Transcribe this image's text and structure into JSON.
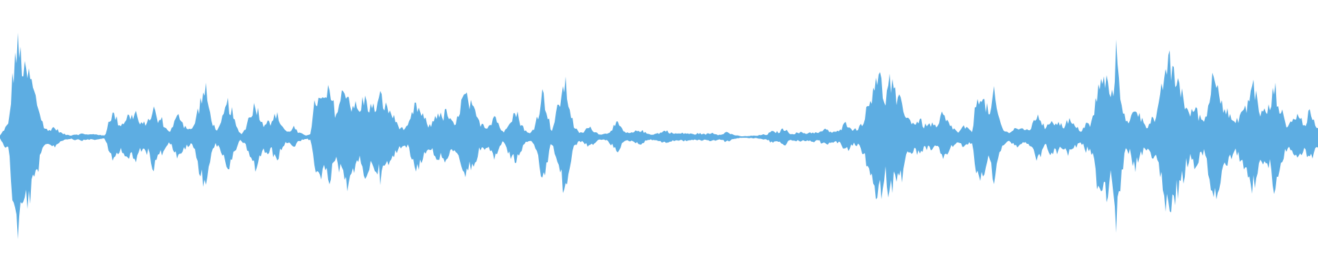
{
  "waveform": {
    "color": "#5dade2",
    "background": "#ffffff",
    "amplitude_envelope": [
      0.02,
      0.08,
      0.1,
      0.52,
      0.85,
      0.92,
      0.78,
      0.7,
      0.55,
      0.3,
      0.12,
      0.08,
      0.1,
      0.06,
      0.03,
      0.02,
      0.02,
      0.03,
      0.02,
      0.03,
      0.02,
      0.03,
      0.04,
      0.02,
      0.02,
      0.22,
      0.25,
      0.18,
      0.15,
      0.18,
      0.15,
      0.2,
      0.12,
      0.18,
      0.14,
      0.25,
      0.14,
      0.18,
      0.1,
      0.08,
      0.22,
      0.25,
      0.12,
      0.1,
      0.1,
      0.22,
      0.3,
      0.35,
      0.2,
      0.12,
      0.08,
      0.18,
      0.3,
      0.25,
      0.12,
      0.04,
      0.1,
      0.25,
      0.3,
      0.28,
      0.15,
      0.2,
      0.1,
      0.18,
      0.12,
      0.08,
      0.06,
      0.1,
      0.04,
      0.03,
      0.02,
      0.05,
      0.5,
      0.4,
      0.35,
      0.42,
      0.38,
      0.3,
      0.35,
      0.38,
      0.25,
      0.3,
      0.32,
      0.4,
      0.3,
      0.28,
      0.35,
      0.55,
      0.4,
      0.3,
      0.18,
      0.1,
      0.08,
      0.12,
      0.2,
      0.25,
      0.18,
      0.15,
      0.12,
      0.2,
      0.25,
      0.18,
      0.3,
      0.2,
      0.15,
      0.35,
      0.4,
      0.3,
      0.25,
      0.22,
      0.15,
      0.08,
      0.1,
      0.18,
      0.12,
      0.05,
      0.15,
      0.22,
      0.28,
      0.18,
      0.08,
      0.04,
      0.1,
      0.22,
      0.38,
      0.25,
      0.08,
      0.2,
      0.3,
      0.42,
      0.3,
      0.15,
      0.06,
      0.04,
      0.1,
      0.12,
      0.06,
      0.04,
      0.03,
      0.04,
      0.08,
      0.12,
      0.1,
      0.04,
      0.03,
      0.04,
      0.06,
      0.06,
      0.04,
      0.03,
      0.04,
      0.06,
      0.08,
      0.06,
      0.04,
      0.03,
      0.03,
      0.03,
      0.03,
      0.04,
      0.03,
      0.02,
      0.03,
      0.04,
      0.03,
      0.04,
      0.06,
      0.04,
      0.02,
      0.01,
      0.01,
      0.01,
      0.01,
      0.01,
      0.02,
      0.03,
      0.05,
      0.04,
      0.04,
      0.08,
      0.06,
      0.04,
      0.05,
      0.06,
      0.04,
      0.05,
      0.06,
      0.04,
      0.06,
      0.05,
      0.04,
      0.06,
      0.08,
      0.12,
      0.1,
      0.06,
      0.1,
      0.2,
      0.35,
      0.55,
      0.72,
      0.6,
      0.45,
      0.65,
      0.4,
      0.25,
      0.3,
      0.18,
      0.22,
      0.12,
      0.15,
      0.1,
      0.12,
      0.18,
      0.1,
      0.3,
      0.18,
      0.12,
      0.08,
      0.06,
      0.1,
      0.06,
      0.04,
      0.3,
      0.55,
      0.35,
      0.18,
      0.38,
      0.22,
      0.1,
      0.06,
      0.08,
      0.1,
      0.08,
      0.06,
      0.1,
      0.14,
      0.2,
      0.1,
      0.06,
      0.18,
      0.2,
      0.12,
      0.1,
      0.18,
      0.15,
      0.12,
      0.08,
      0.15,
      0.1,
      0.25,
      0.58,
      0.7,
      0.45,
      0.3,
      0.65,
      0.4,
      0.2,
      0.15,
      0.3,
      0.25,
      0.18,
      0.15,
      0.25,
      0.2,
      0.35,
      0.6,
      0.7,
      0.8,
      0.55,
      0.35,
      0.2,
      0.18,
      0.35,
      0.25,
      0.15,
      0.35,
      0.7,
      0.88,
      0.5,
      0.3,
      0.2,
      0.1,
      0.18,
      0.3,
      0.4,
      0.45,
      0.3,
      0.18,
      0.25,
      0.38,
      0.55,
      0.35,
      0.25,
      0.15,
      0.2,
      0.28,
      0.18,
      0.1,
      0.2,
      0.15,
      0.12
    ]
  }
}
